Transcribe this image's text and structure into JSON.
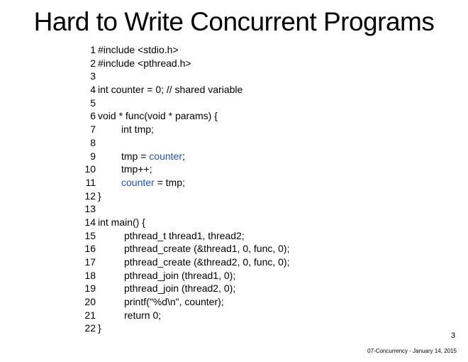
{
  "slide": {
    "title": "Hard to Write Concurrent Programs",
    "page_number": "3",
    "footer": "07-Concurrency - January 14, 2015"
  },
  "code_lines": [
    {
      "num": "1",
      "indent": 0,
      "parts": [
        {
          "text": "#include <stdio.h>"
        }
      ]
    },
    {
      "num": "2",
      "indent": 0,
      "parts": [
        {
          "text": "#include <pthread.h>"
        }
      ]
    },
    {
      "num": "3",
      "indent": 0,
      "parts": []
    },
    {
      "num": "4",
      "indent": 0,
      "parts": [
        {
          "text": "int counter = 0; // shared variable"
        }
      ]
    },
    {
      "num": "5",
      "indent": 0,
      "parts": []
    },
    {
      "num": "6",
      "indent": 0,
      "parts": [
        {
          "text": "void * func(void * params) {"
        }
      ]
    },
    {
      "num": "7",
      "indent": 1,
      "parts": [
        {
          "text": "int tmp;"
        }
      ]
    },
    {
      "num": "8",
      "indent": 0,
      "parts": []
    },
    {
      "num": "9",
      "indent": 1,
      "parts": [
        {
          "text": "tmp = "
        },
        {
          "text": "counter",
          "highlight": true
        },
        {
          "text": ";"
        }
      ]
    },
    {
      "num": "10",
      "indent": 1,
      "parts": [
        {
          "text": "tmp++;"
        }
      ]
    },
    {
      "num": "11",
      "indent": 1,
      "parts": [
        {
          "text": "counter",
          "highlight": true
        },
        {
          "text": " = tmp;"
        }
      ]
    },
    {
      "num": "12",
      "indent": 0,
      "parts": [
        {
          "text": "}"
        }
      ]
    },
    {
      "num": "13",
      "indent": 0,
      "parts": []
    },
    {
      "num": "14",
      "indent": 0,
      "parts": [
        {
          "text": "int main() {"
        }
      ]
    },
    {
      "num": "15",
      "indent": 2,
      "parts": [
        {
          "text": "pthread_t thread1, thread2;"
        }
      ]
    },
    {
      "num": "16",
      "indent": 2,
      "parts": [
        {
          "text": "pthread_create (&thread1, 0, func, 0);"
        }
      ]
    },
    {
      "num": "17",
      "indent": 2,
      "parts": [
        {
          "text": "pthread_create (&thread2, 0, func, 0);"
        }
      ]
    },
    {
      "num": "18",
      "indent": 2,
      "parts": [
        {
          "text": "pthread_join (thread1, 0);"
        }
      ]
    },
    {
      "num": "19",
      "indent": 2,
      "parts": [
        {
          "text": "pthread_join (thread2, 0);"
        }
      ]
    },
    {
      "num": "20",
      "indent": 2,
      "parts": [
        {
          "text": "printf(\"%d\\n\", counter);"
        }
      ]
    },
    {
      "num": "21",
      "indent": 2,
      "parts": [
        {
          "text": "return 0;"
        }
      ]
    },
    {
      "num": "22",
      "indent": 0,
      "parts": [
        {
          "text": "}"
        }
      ]
    }
  ],
  "colors": {
    "highlight": "#1a4fd0",
    "text": "#000000"
  }
}
